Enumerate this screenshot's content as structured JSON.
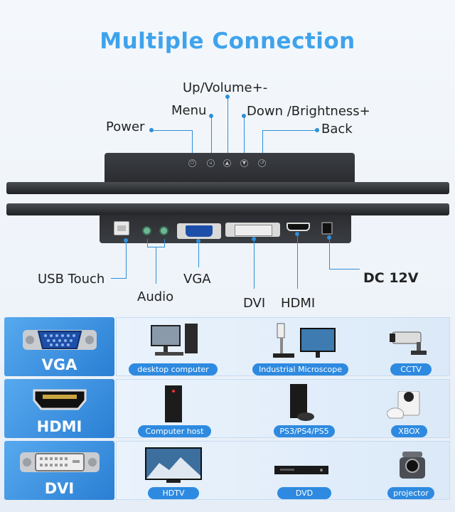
{
  "title": "Multiple Connection",
  "buttons": {
    "power": "Power",
    "menu": "Menu",
    "up_volume": "Up/Volume+-",
    "down_brightness": "Down /Brightness+",
    "back": "Back"
  },
  "ports": {
    "usb_touch": "USB Touch",
    "audio": "Audio",
    "vga": "VGA",
    "dvi": "DVI",
    "hdmi": "HDMI",
    "dc": "DC 12V"
  },
  "rows": [
    {
      "name": "VGA",
      "devices": [
        "desktop computer",
        "Industrial Microscope",
        "CCTV"
      ]
    },
    {
      "name": "HDMI",
      "devices": [
        "Computer host",
        "PS3/PS4/PS5",
        "XBOX"
      ]
    },
    {
      "name": "DVI",
      "devices": [
        "HDTV",
        "DVD",
        "projector"
      ]
    }
  ],
  "colors": {
    "accent": "#2e8ae0",
    "title": "#3fa3ec"
  }
}
